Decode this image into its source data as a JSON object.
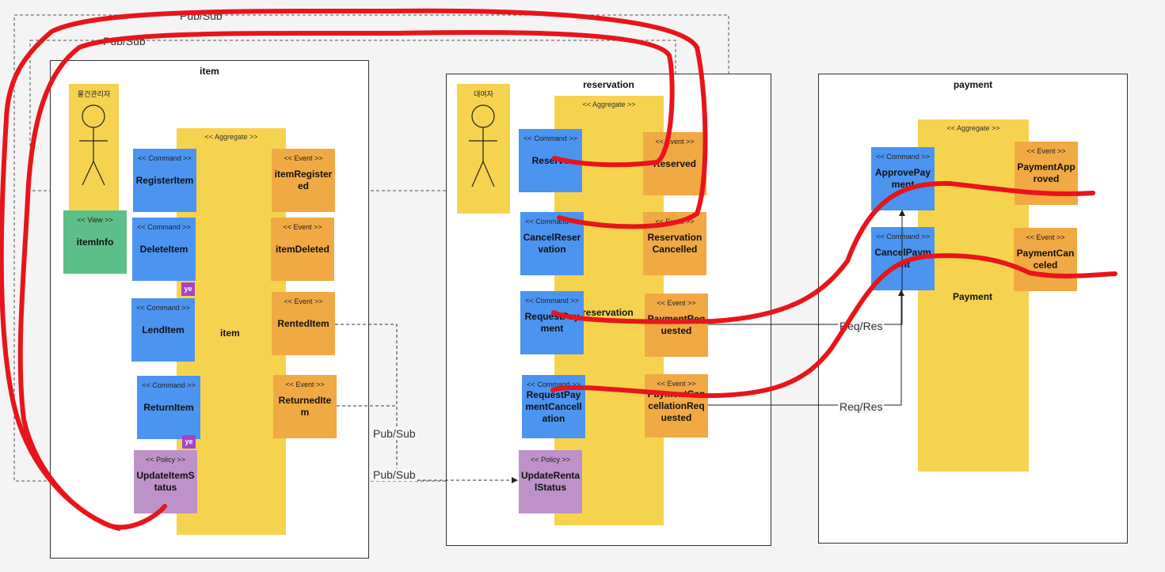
{
  "links": {
    "pubsub": "Pub/Sub",
    "reqres": "Req/Res"
  },
  "contexts": {
    "item": {
      "title": "item",
      "actor": "물건관리자",
      "aggregate_label": "<< Aggregate >>",
      "aggregate_name": "item",
      "view": {
        "type": "<< View >>",
        "name": "itemInfo"
      },
      "commands": [
        {
          "type": "<< Command >>",
          "name": "RegisterItem"
        },
        {
          "type": "<< Command >>",
          "name": "DeleteItem"
        },
        {
          "type": "<< Command >>",
          "name": "LendItem"
        },
        {
          "type": "<< Command >>",
          "name": "ReturnItem"
        }
      ],
      "events": [
        {
          "type": "<< Event >>",
          "name": "itemRegistered"
        },
        {
          "type": "<< Event >>",
          "name": "itemDeleted"
        },
        {
          "type": "<< Event >>",
          "name": "RentedItem"
        },
        {
          "type": "<< Event >>",
          "name": "ReturnedItem"
        }
      ],
      "policy": {
        "type": "<< Policy >>",
        "name": "UpdateItemStatus"
      },
      "badge": "ye"
    },
    "reservation": {
      "title": "reservation",
      "actor": "대여자",
      "aggregate_label": "<< Aggregate >>",
      "aggregate_name": "reservation",
      "commands": [
        {
          "type": "<< Command >>",
          "name": "Reserve"
        },
        {
          "type": "<< Command >>",
          "name": "CancelReservation"
        },
        {
          "type": "<< Command >>",
          "name": "RequestPayment"
        },
        {
          "type": "<< Command >>",
          "name": "RequestPaymentCancellation"
        }
      ],
      "events": [
        {
          "type": "<< Event >>",
          "name": "Reserved"
        },
        {
          "type": "<< Event >>",
          "name": "ReservationCancelled"
        },
        {
          "type": "<< Event >>",
          "name": "PaymentRequested"
        },
        {
          "type": "<< Event >>",
          "name": "PaymentCancellationRequested"
        }
      ],
      "policy": {
        "type": "<< Policy >>",
        "name": "UpdateRentalStatus"
      }
    },
    "payment": {
      "title": "payment",
      "aggregate_label": "<< Aggregate >>",
      "aggregate_name": "Payment",
      "commands": [
        {
          "type": "<< Command >>",
          "name": "ApprovePayment"
        },
        {
          "type": "<< Command >>",
          "name": "CancelPayment"
        }
      ],
      "events": [
        {
          "type": "<< Event >>",
          "name": "PaymentApproved"
        },
        {
          "type": "<< Event >>",
          "name": "PaymentCanceled"
        }
      ]
    }
  },
  "colors": {
    "command": "#4b94f0",
    "event": "#f1a943",
    "policy": "#bc92c8",
    "view": "#5dbf88",
    "aggregate": "#f6d34f",
    "annotation": "#e8141c"
  }
}
